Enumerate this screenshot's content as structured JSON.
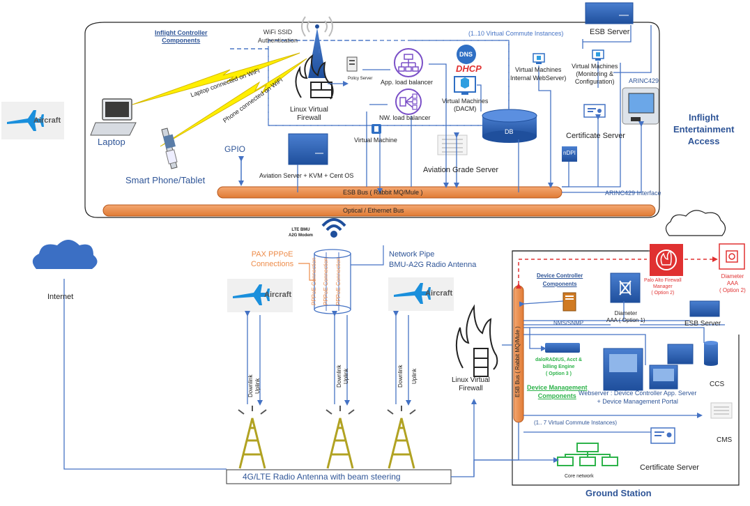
{
  "top": {
    "inflight_controller_components": [
      "Inflight Controller",
      "Components"
    ],
    "wifi_ssid_auth": [
      "WiFi SSID",
      "Authentication"
    ],
    "virtual_commute_instances": "(1..10 Virtual Commute Instances)",
    "esb_server": "ESB Server",
    "policy_server": "Policy Server",
    "app_load_balancer": "App. load balancer",
    "nw_load_balancer": "NW. load balancer",
    "linux_vfw": [
      "Linux Virtual",
      "Firewall"
    ],
    "dns": "DNS",
    "dhcp": "DHCP",
    "vm_dacm": [
      "Virtual Machines",
      "(DACM)"
    ],
    "vm_web": [
      "Virtual Machines",
      "Internal WebServer)"
    ],
    "vm_monitor": [
      "Virtual Machines",
      "(Monitoring &",
      "Configuration)"
    ],
    "arinc429": "ARINC429",
    "db": "DB",
    "virtual_machine": "Virtual Machine",
    "certificate_server": "Certificate Server",
    "inflight_entertainment": [
      "Inflight",
      "Entertainment",
      "Access"
    ],
    "ndpi": "nDPI",
    "gpio": "GPIO",
    "aviation_server_kvm": "Aviation Server + KVM + Cent OS",
    "aviation_grade_server": "Aviation Grade  Server",
    "laptop": "Laptop",
    "smartphone": "Smart Phone/Tablet",
    "laptop_wifi": "Laptop connected on WiFi",
    "phone_wifi": "Phone connected on WiFi",
    "aircraft_text": "Aircraft",
    "esb_bus": "ESB Bus ( Rabbit MQ/Mule )",
    "arinc_interface": "ARINC429 Interface",
    "optical_bus": "Optical / Ethernet Bus"
  },
  "bottom": {
    "lte_modem": [
      "LTE BMU",
      "A2G Modem"
    ],
    "pax_pppoe": [
      "PAX PPPoE",
      "Connections"
    ],
    "pppoe_conn": "PPPoE Connection",
    "network_pipe": [
      "Network Pipe",
      "BMU-A2G Radio Antenna"
    ],
    "internet": "Internet",
    "downlink": "Downlink",
    "uplink": "Uplink",
    "radio_antenna": "4G/LTE Radio Antenna with beam steering",
    "linux_vfw": [
      "Linux Virtual",
      "Firewall"
    ],
    "esb_bus_vertical": "ESB Bus ( Rabbit MQ/Mule )",
    "device_controller_components": [
      "Device Controller",
      "Components"
    ],
    "diameter_aaa_opt1": [
      "Diameter",
      "AAA ( Option 1)"
    ],
    "palo_alto": [
      "Palo Alto Firewall",
      "Manager",
      "( Option 2)"
    ],
    "diameter_aaa_opt2": [
      "Diameter",
      "AAA",
      "( Option 2)"
    ],
    "nms_snmp": "NMS/SNMP",
    "esb_server": "ESB Server",
    "daloradius": [
      "daloRADIUS, Acct &",
      "billing Engine",
      "( Option 3 )"
    ],
    "device_mgmt_components": [
      "Device Management",
      "Components"
    ],
    "webserver": [
      "Webserver :  Device Controller App. Server",
      "+ Device Management  Portal"
    ],
    "ccs": "CCS",
    "cms": "CMS",
    "virtual_commute_instances": "(1.. 7 Virtual Commute Instances)",
    "certificate_server": "Certificate Server",
    "core_network": "Core network",
    "ground_station": "Ground Station"
  },
  "colors": {
    "orange_bus": "#ed8c4a",
    "blue_line": "#4472c4",
    "dark_blue": "#2f5597",
    "red": "#e03131",
    "green": "#2db34a",
    "purple": "#7a4fc7"
  },
  "icons": [
    "antenna-icon",
    "firewall-icon",
    "laptop-icon",
    "smartphone-icon",
    "aircraft-icon",
    "server-icon",
    "database-icon",
    "load-balancer-icon",
    "cloud-icon",
    "radio-tower-icon",
    "wireless-icon",
    "certificate-icon",
    "network-icon"
  ]
}
